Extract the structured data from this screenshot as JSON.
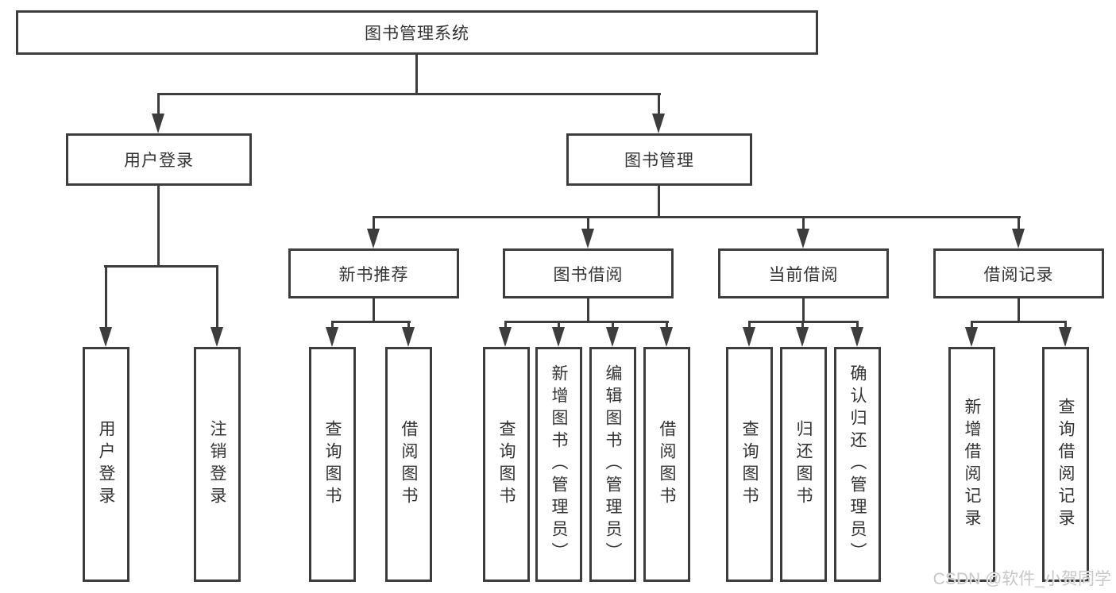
{
  "diagram": {
    "tree": {
      "root": "图书管理系统",
      "branches": [
        {
          "label": "用户登录",
          "leaves": [
            "用户登录",
            "注销登录"
          ]
        },
        {
          "label": "图书管理",
          "groups": [
            {
              "label": "新书推荐",
              "leaves": [
                "查询图书",
                "借阅图书"
              ]
            },
            {
              "label": "图书借阅",
              "leaves": [
                "查询图书",
                "新增图书（管理员）",
                "编辑图书（管理员）",
                "借阅图书"
              ]
            },
            {
              "label": "当前借阅",
              "leaves": [
                "查询图书",
                "归还图书",
                "确认归还（管理员）"
              ]
            },
            {
              "label": "借阅记录",
              "leaves": [
                "新增借阅记录",
                "查询借阅记录"
              ]
            }
          ]
        }
      ]
    },
    "watermark": "CSDN @软件_小贺同学",
    "colors": {
      "line": "#3d3d3d",
      "text": "#333333",
      "background": "#ffffff",
      "watermark": "#c8c8c8"
    }
  }
}
